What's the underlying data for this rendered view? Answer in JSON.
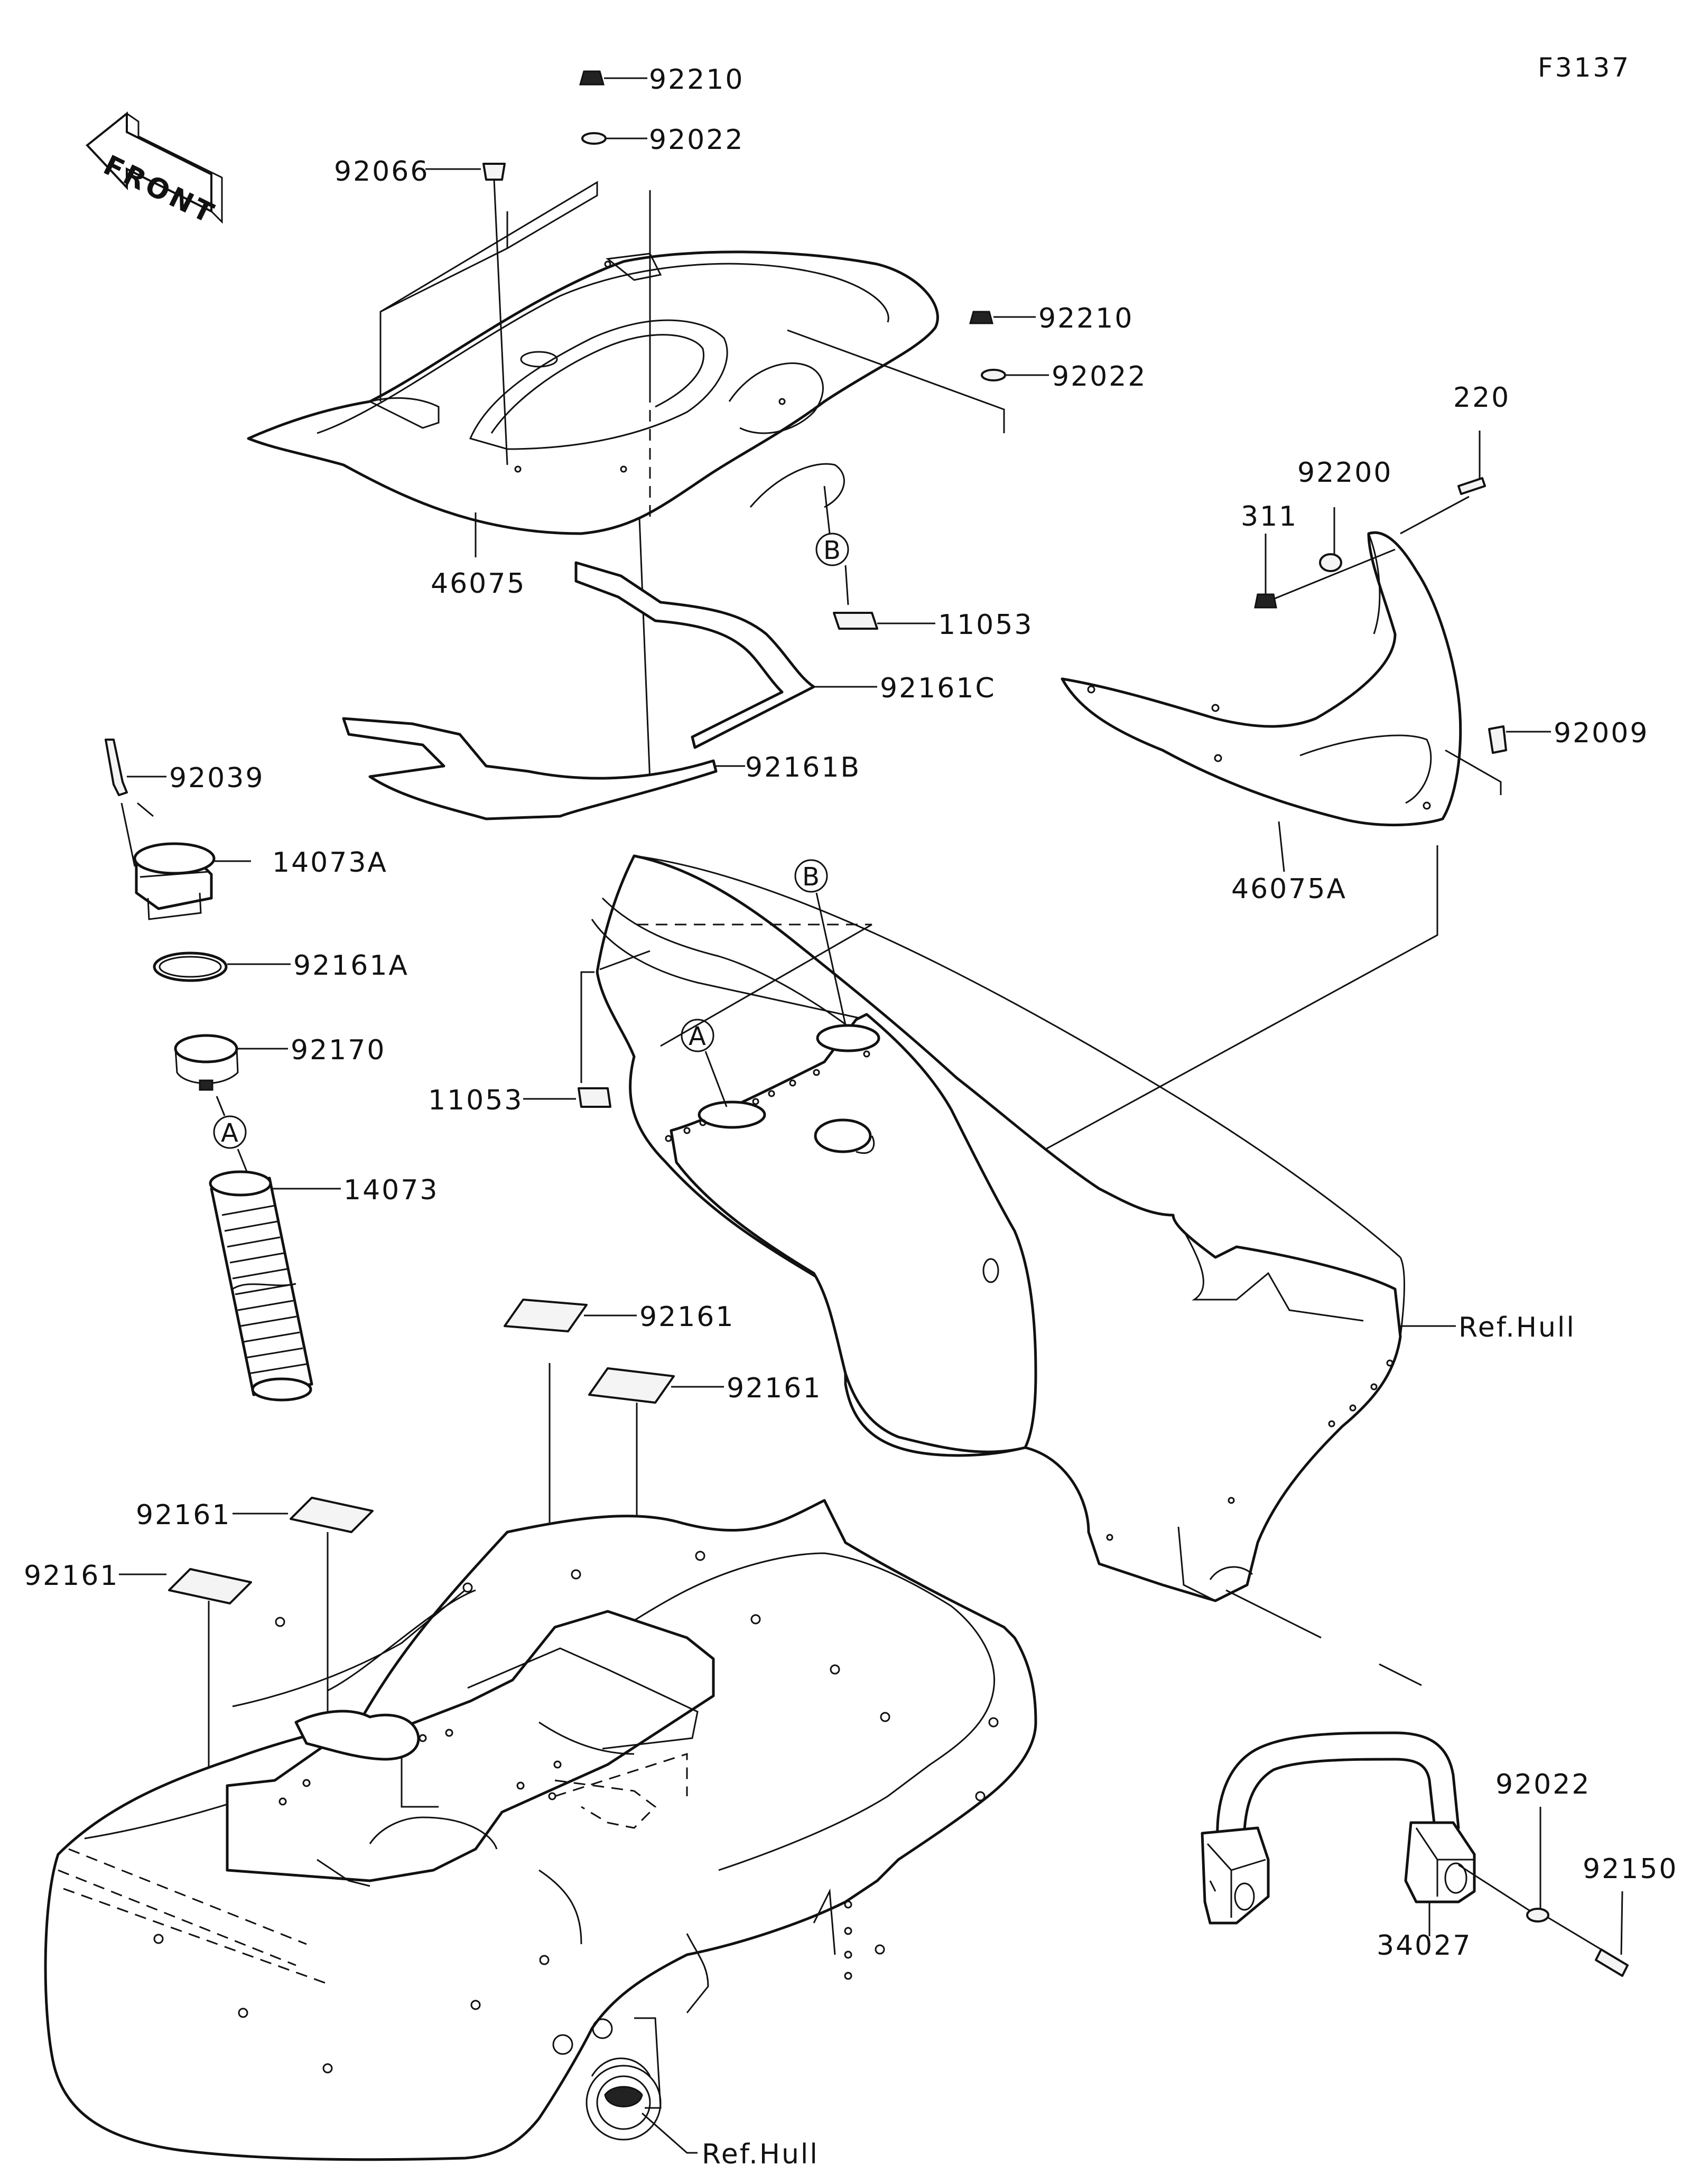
{
  "diagram_code": "F3137",
  "front_label": "FRONT",
  "markers": {
    "a": "A",
    "b": "B"
  },
  "parts": {
    "p92210_top": "92210",
    "p92022_top": "92022",
    "p92066": "92066",
    "p92210_mid": "92210",
    "p92022_mid": "92022",
    "p46075": "46075",
    "p11053_top": "11053",
    "p92161C": "92161C",
    "p92161B": "92161B",
    "p220": "220",
    "p92200": "92200",
    "p311": "311",
    "p92009": "92009",
    "p46075A": "46075A",
    "p92039": "92039",
    "p14073A": "14073A",
    "p92161A": "92161A",
    "p92170": "92170",
    "p11053_mid": "11053",
    "p14073": "14073",
    "ref_hull_right": "Ref.Hull",
    "p92161_1": "92161",
    "p92161_2": "92161",
    "p92161_3": "92161",
    "p92161_4": "92161",
    "p92022_bot": "92022",
    "p92150": "92150",
    "p34027": "34027",
    "ref_hull_bottom": "Ref.Hull"
  }
}
